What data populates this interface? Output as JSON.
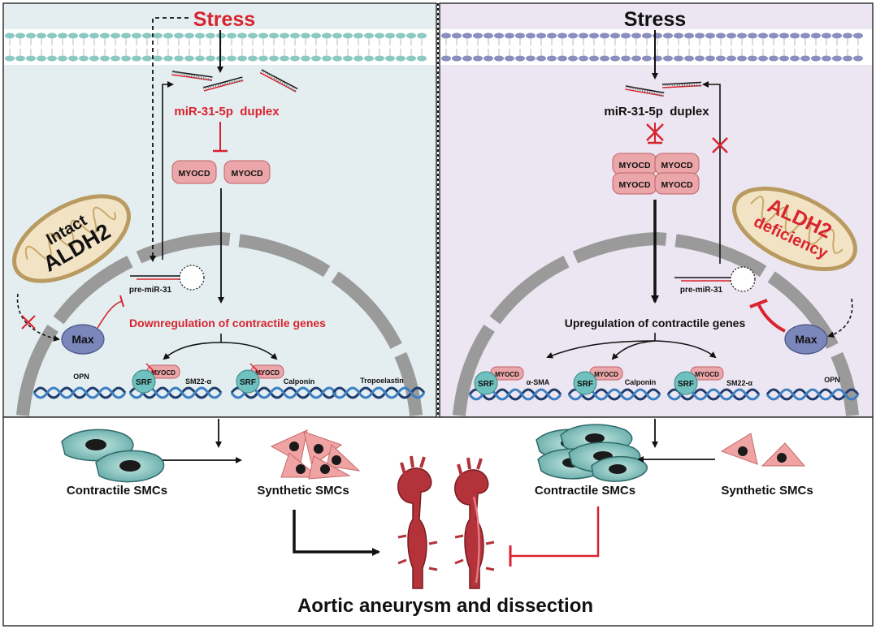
{
  "left": {
    "stress": "Stress",
    "duplex": "miR-31-5p  duplex",
    "myocd_1": "MYOCD",
    "myocd_2": "MYOCD",
    "mito_line1": "Intact",
    "mito_line2": "ALDH2",
    "pre_mir": "pre-miR-31",
    "regulation": "Downregulation of contractile genes",
    "max": "Max",
    "srf_1": "SRF",
    "srf_2": "SRF",
    "myocd_small_1": "MYOCD",
    "myocd_small_2": "MYOCD",
    "gene_opn": "OPN",
    "gene_sm22": "SM22-α",
    "gene_calponin": "Calponin",
    "gene_tropoelastin": "Tropoelastin",
    "contractile_label": "Contractile SMCs",
    "synthetic_label": "Synthetic SMCs"
  },
  "right": {
    "stress": "Stress",
    "duplex": "miR-31-5p  duplex",
    "myocd": [
      "MYOCD",
      "MYOCD",
      "MYOCD",
      "MYOCD"
    ],
    "mito_line1": "ALDH2",
    "mito_line2": "deficiency",
    "pre_mir": "pre-miR-31",
    "regulation": "Upregulation of contractile genes",
    "max": "Max",
    "srf_1": "SRF",
    "srf_2": "SRF",
    "srf_3": "SRF",
    "myocd_small_1": "MYOCD",
    "myocd_small_2": "MYOCD",
    "myocd_small_3": "MYOCD",
    "gene_asma": "α-SMA",
    "gene_calponin": "Calponin",
    "gene_sm22": "SM22-α",
    "gene_opn": "OPN",
    "contractile_label": "Contractile SMCs",
    "synthetic_label": "Synthetic SMCs"
  },
  "title": "Aortic aneurysm and dissection",
  "colors": {
    "red": "#d9232e",
    "left_bg": "#e4eef0",
    "right_bg": "#ebe6f1",
    "myocd_fill": "#eaa6a8",
    "srf_fill": "#6fc1bf",
    "max_fill": "#7b86ba",
    "dna_dark": "#1f3d6e",
    "dna_light": "#3d7fc1",
    "membrane_left": "#8cc9c3",
    "membrane_right": "#8b8fbf",
    "nucleus": "#9a9a9a",
    "mito_fill": "#f2e3c4",
    "aorta": "#b4323a"
  }
}
